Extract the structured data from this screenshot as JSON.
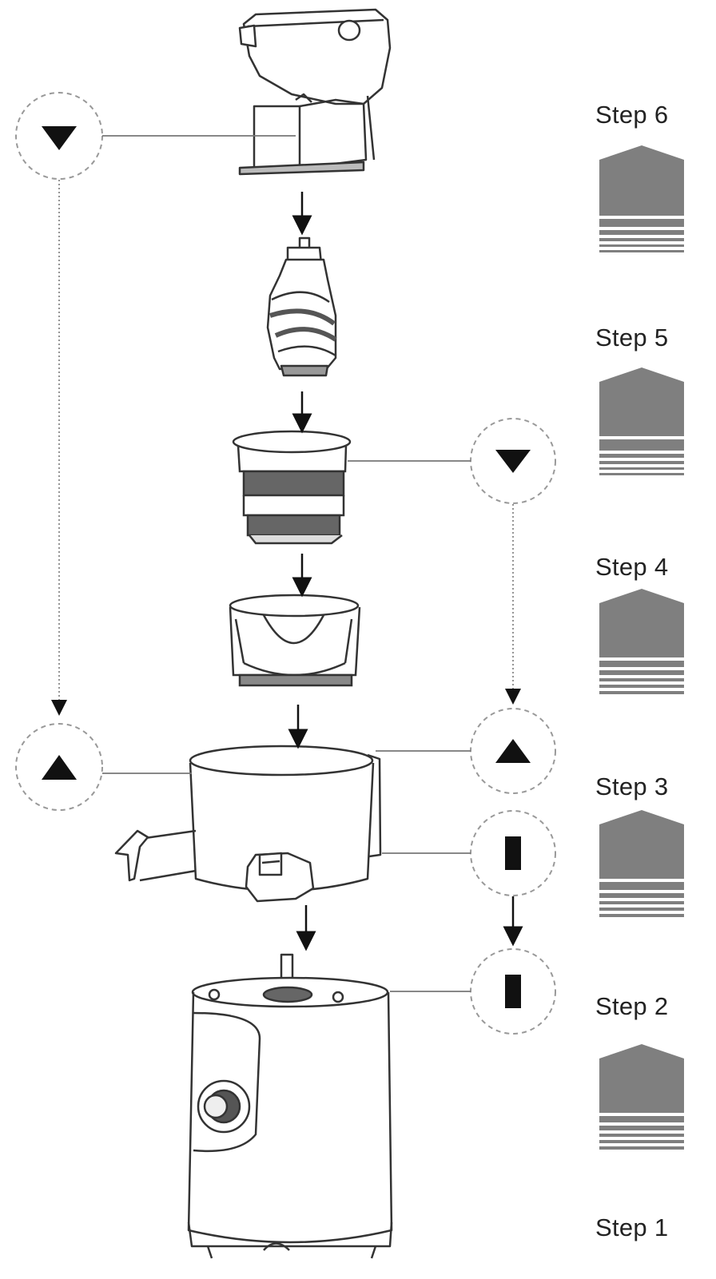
{
  "steps": [
    {
      "label": "Step 6"
    },
    {
      "label": "Step 5"
    },
    {
      "label": "Step 4"
    },
    {
      "label": "Step 3"
    },
    {
      "label": "Step 2"
    },
    {
      "label": "Step 1"
    }
  ],
  "colors": {
    "outline": "#333333",
    "step_badge_fill": "#7f7f7f",
    "marker_fill": "#111111",
    "dashed_circle": "#999999",
    "connector": "#777777"
  },
  "alignment_markers": [
    {
      "icon": "triangle-down-icon"
    },
    {
      "icon": "triangle-down-icon"
    },
    {
      "icon": "triangle-up-icon"
    },
    {
      "icon": "triangle-up-icon"
    },
    {
      "icon": "bar-icon"
    },
    {
      "icon": "bar-icon"
    }
  ]
}
